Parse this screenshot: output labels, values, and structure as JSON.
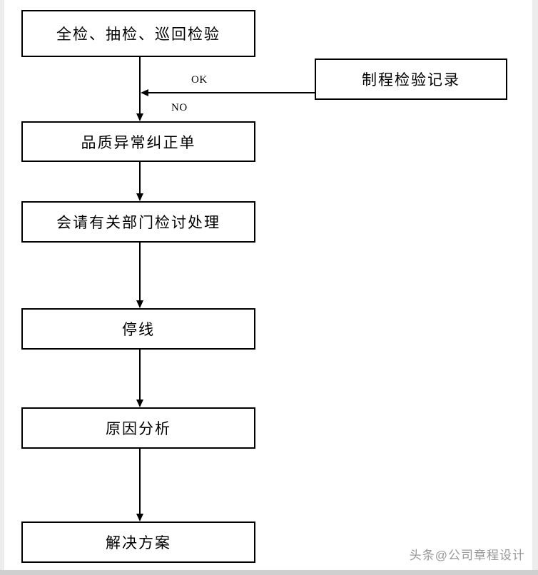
{
  "flowchart": {
    "boxes": [
      {
        "id": "inspection",
        "label": "全检、抽检、巡回检验"
      },
      {
        "id": "record",
        "label": "制程检验记录"
      },
      {
        "id": "correction",
        "label": "品质异常纠正单"
      },
      {
        "id": "review",
        "label": "会请有关部门检讨处理"
      },
      {
        "id": "stop-line",
        "label": "停线"
      },
      {
        "id": "analysis",
        "label": "原因分析"
      },
      {
        "id": "solution",
        "label": "解决方案"
      }
    ],
    "edge_labels": {
      "ok": "OK",
      "no": "NO"
    },
    "colors": {
      "line": "#000000",
      "box_border": "#000000",
      "background": "#ffffff",
      "watermark": "#999999"
    }
  },
  "watermark": "头条@公司章程设计"
}
